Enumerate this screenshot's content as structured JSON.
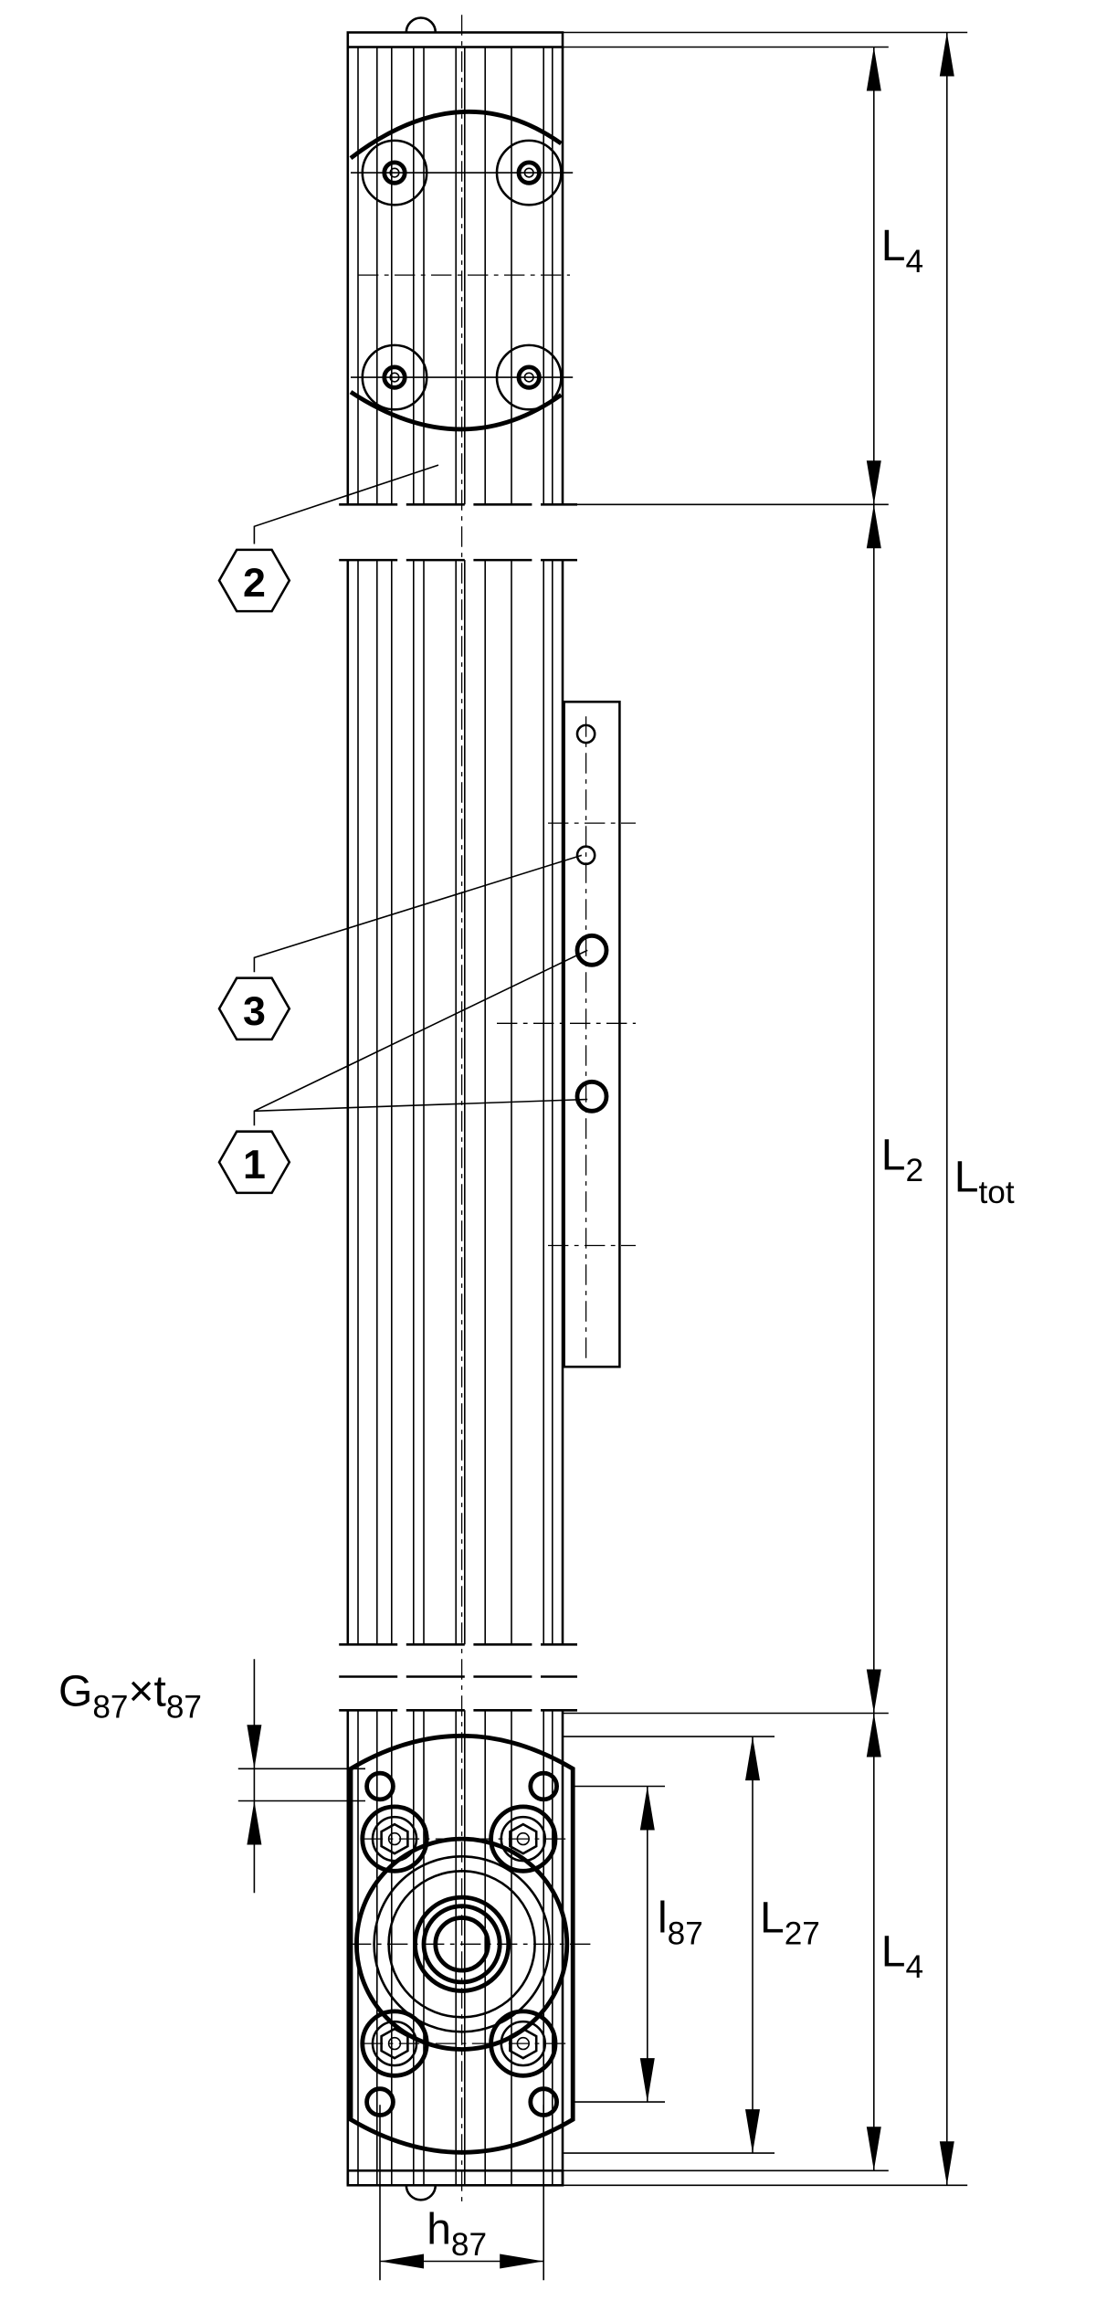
{
  "dimensions": {
    "L4_top": {
      "main": "L",
      "sub": "4"
    },
    "L2": {
      "main": "L",
      "sub": "2"
    },
    "Ltot": {
      "main": "L",
      "sub": "tot"
    },
    "L4_bottom": {
      "main": "L",
      "sub": "4"
    },
    "L27": {
      "main": "L",
      "sub": "27"
    },
    "l87": {
      "main": "l",
      "sub": "87"
    },
    "h87": {
      "main": "h",
      "sub": "87"
    },
    "G87t87": {
      "main1": "G",
      "sub1": "87",
      "times": "×",
      "main2": "t",
      "sub2": "87"
    }
  },
  "callouts": [
    {
      "number": "2"
    },
    {
      "number": "3"
    },
    {
      "number": "1"
    }
  ]
}
